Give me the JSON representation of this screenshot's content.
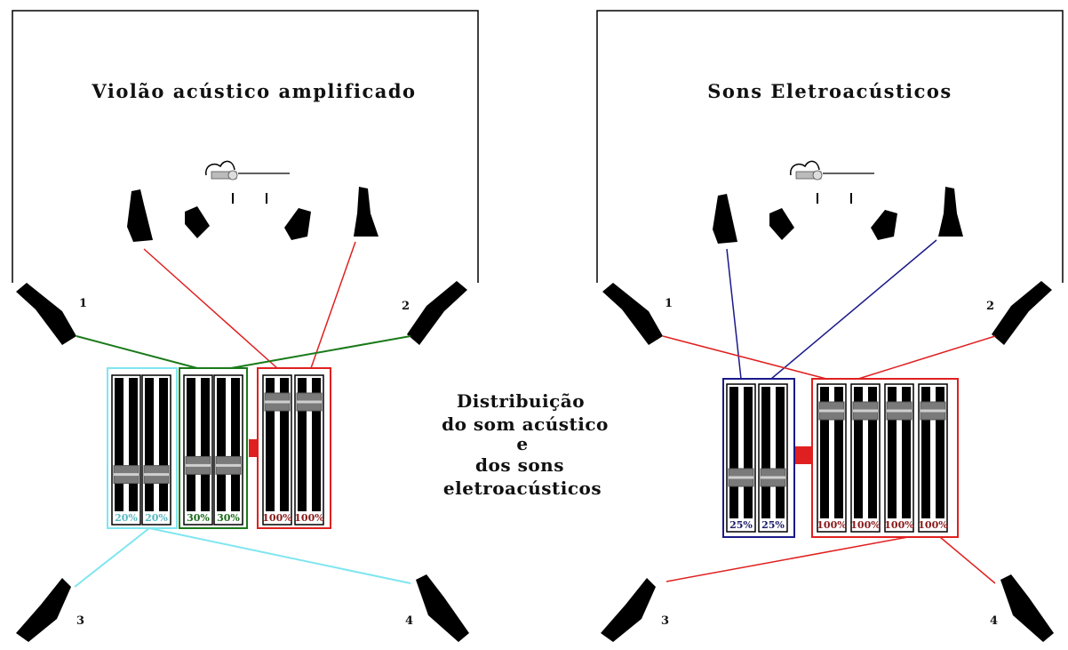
{
  "left_panel": {
    "title": "Violão acústico amplificado",
    "speakers": [
      "1",
      "2",
      "3",
      "4"
    ],
    "groups": [
      {
        "color": "#7fe6f0",
        "faders": [
          0.2,
          0.2
        ],
        "labels": [
          "20%",
          "20%"
        ]
      },
      {
        "color": "#1a7a1a",
        "faders": [
          0.3,
          0.3
        ],
        "labels": [
          "30%",
          "30%"
        ]
      },
      {
        "color": "#e02020",
        "faders": [
          1.0,
          1.0
        ],
        "labels": [
          "100%",
          "100%"
        ]
      }
    ]
  },
  "right_panel": {
    "title": "Sons Eletroacústicos",
    "speakers": [
      "1",
      "2",
      "3",
      "4"
    ],
    "groups": [
      {
        "color": "#1a1a8a",
        "faders": [
          0.25,
          0.25
        ],
        "labels": [
          "25%",
          "25%"
        ]
      },
      {
        "color": "#e02020",
        "faders": [
          1.0,
          1.0,
          1.0,
          1.0
        ],
        "labels": [
          "100%",
          "100%",
          "100%",
          "100%"
        ]
      }
    ]
  },
  "center_caption": [
    "Distribuição",
    "do som acústico",
    "e",
    "dos sons",
    "eletroacústicos"
  ],
  "colors": {
    "label_cyan": "#5ab8c0",
    "label_green": "#1a6a1a",
    "label_red": "#8a1a1a",
    "label_blue": "#1a1a6a"
  }
}
